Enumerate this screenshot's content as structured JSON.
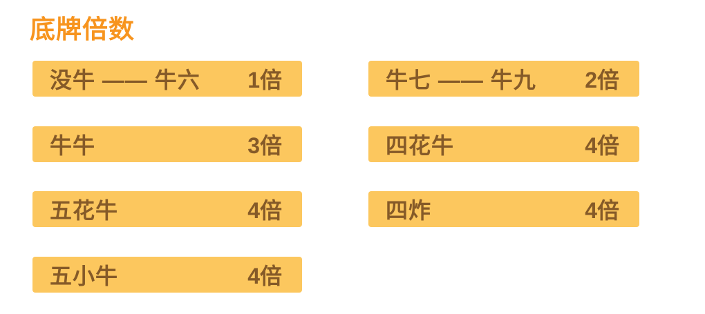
{
  "title": {
    "text": "底牌倍数",
    "color": "#F7941E"
  },
  "payout_table": {
    "bar_color": "#FCC75E",
    "text_color": "#855A28",
    "columns": [
      {
        "rows": [
          {
            "label": "没牛 —— 牛六",
            "multiplier": "1倍"
          },
          {
            "label": "牛牛",
            "multiplier": "3倍"
          },
          {
            "label": "五花牛",
            "multiplier": "4倍"
          },
          {
            "label": "五小牛",
            "multiplier": "4倍"
          }
        ]
      },
      {
        "rows": [
          {
            "label": "牛七 —— 牛九",
            "multiplier": "2倍"
          },
          {
            "label": "四花牛",
            "multiplier": "4倍"
          },
          {
            "label": "四炸",
            "multiplier": "4倍"
          }
        ]
      }
    ]
  }
}
